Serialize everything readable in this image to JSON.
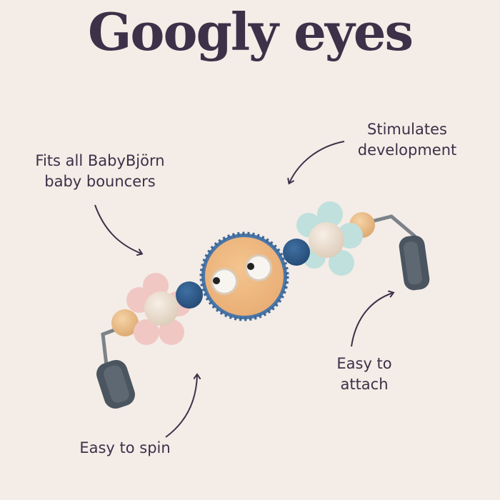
{
  "title": "Googly eyes",
  "callouts": {
    "fits": {
      "line1": "Fits all BabyBjörn",
      "line2": "baby bouncers"
    },
    "stimulates": {
      "line1": "Stimulates",
      "line2": "development"
    },
    "attach": {
      "line1": "Easy to",
      "line2": "attach"
    },
    "spin": {
      "line1": "Easy to spin"
    }
  },
  "colors": {
    "background": "#f4ece7",
    "text": "#3d3048",
    "disc": "#f0b985",
    "blue": "#2f5c8c",
    "pink": "#f0c7c3",
    "mint": "#bfe0dc",
    "clip": "#4a5560"
  }
}
